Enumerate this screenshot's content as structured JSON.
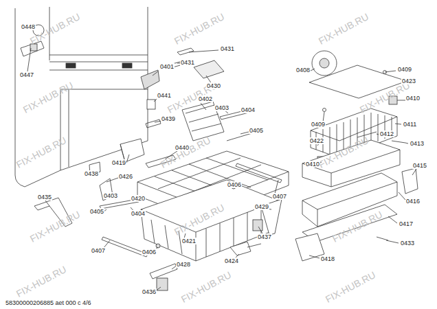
{
  "diagram": {
    "caption": "58300000206885 aet 000 c 4/6",
    "labels": [
      "0448",
      "0447",
      "0401",
      "0431",
      "0431",
      "0430",
      "0441",
      "0402",
      "0403",
      "0404",
      "0439",
      "0405",
      "0440",
      "0419",
      "0438",
      "0426",
      "0406",
      "0407",
      "0435",
      "0403",
      "0420",
      "0404",
      "0405",
      "0429",
      "0437",
      "0406",
      "0421",
      "0424",
      "0428",
      "0407",
      "0436",
      "0408",
      "0409",
      "0423",
      "0410",
      "0409",
      "0411",
      "0412",
      "0413",
      "0422",
      "0410",
      "0415",
      "0416",
      "0417",
      "0433",
      "0418",
      "FIX-HUB.RU",
      "FIX-HUB.RU",
      "FIX-HUB.RU",
      "FIX-HUB.RU",
      "FIX-HUB.RU",
      "FIX-HUB.RU",
      "FIX-HUB.RU",
      "FIX-HUB.RU",
      "FIX-HUB.RU",
      "FIX-HUB.RU",
      "FIX-HUB.RU",
      "FIX-HUB.RU",
      "FIX-HUB.RU",
      "FIX-HUB.RU",
      "FIX-HUB.RU"
    ]
  }
}
